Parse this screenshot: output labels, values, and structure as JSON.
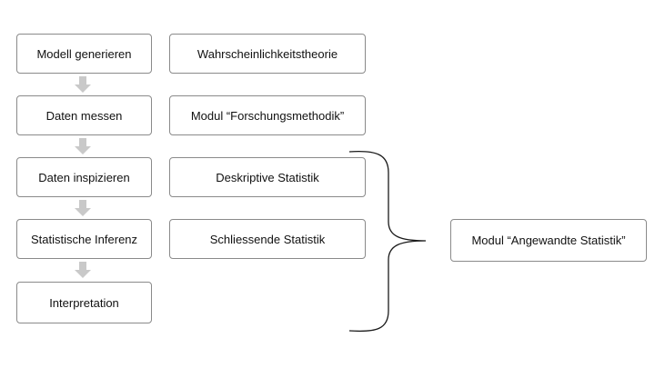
{
  "workflow_steps": [
    "Modell generieren",
    "Daten messen",
    "Daten inspizieren",
    "Statistische Inferenz",
    "Interpretation"
  ],
  "topics": [
    "Wahrscheinlichkeitstheorie",
    "Modul “Forschungsmethodik”",
    "Deskriptive Statistik",
    "Schliessende Statistik"
  ],
  "module": "Modul “Angewandte Statistik”"
}
